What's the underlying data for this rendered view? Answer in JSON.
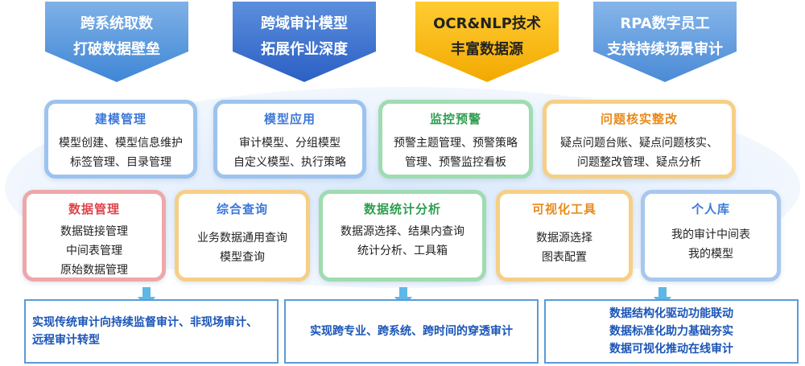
{
  "banners": [
    {
      "line1": "跨系统取数",
      "line2": "打破数据壁垒"
    },
    {
      "line1": "跨域审计模型",
      "line2": "拓展作业深度"
    },
    {
      "line1": "OCR&NLP技术",
      "line2": "丰富数据源"
    },
    {
      "line1": "RPA数字员工",
      "line2": "支持持续场景审计"
    }
  ],
  "row1": [
    {
      "title": "建模管理",
      "lines": [
        "模型创建、模型信息维护",
        "标签管理、目录管理"
      ]
    },
    {
      "title": "模型应用",
      "lines": [
        "审计模型、分组模型",
        "自定义模型、执行策略"
      ]
    },
    {
      "title": "监控预警",
      "lines": [
        "预警主题管理、预警策略",
        "管理、预警监控看板"
      ]
    },
    {
      "title": "问题核实整改",
      "lines": [
        "疑点问题台账、疑点问题核实、",
        "问题整改管理、疑点分析"
      ]
    }
  ],
  "row2": [
    {
      "title": "数据管理",
      "lines": [
        "数据链接管理",
        "中间表管理",
        "原始数据管理"
      ]
    },
    {
      "title": "综合查询",
      "lines": [
        "业务数据通用查询",
        "模型查询"
      ]
    },
    {
      "title": "数据统计分析",
      "lines": [
        "数据源选择、结果内查询",
        "统计分析、工具箱"
      ]
    },
    {
      "title": "可视化工具",
      "lines": [
        "数据源选择",
        "图表配置"
      ]
    },
    {
      "title": "个人库",
      "lines": [
        "我的审计中间表",
        "我的模型"
      ]
    }
  ],
  "bottom": [
    {
      "lines": [
        "实现传统审计向持续监督审计、非现场审计、",
        "远程审计转型"
      ]
    },
    {
      "lines": [
        "实现跨专业、跨系统、跨时间的穿透审计"
      ]
    },
    {
      "lines": [
        "数据结构化驱动功能联动",
        "数据标准化助力基础夯实",
        "数据可视化推动在线审计"
      ]
    }
  ],
  "colors": {
    "accent_blue": "#3c78d8",
    "gold": "#f2a900",
    "green": "#2e9e4f",
    "orange": "#e88a1a",
    "red": "#e0454b",
    "bottom_text": "#1a55b8"
  }
}
